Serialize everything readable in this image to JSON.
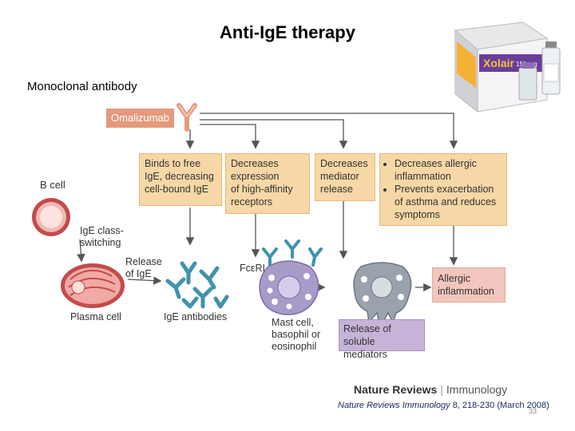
{
  "slide": {
    "title": "Anti-IgE therapy",
    "subtitle": "Monoclonal antibody",
    "slide_number": "33"
  },
  "diagram": {
    "omalizumab_label": "Omalizumab",
    "box_binds": [
      "Binds to free",
      "IgE, decreasing",
      "cell-bound IgE"
    ],
    "box_expression": [
      "Decreases",
      "expression",
      "of high-affinity",
      "receptors"
    ],
    "box_mediator": [
      "Decreases",
      "mediator",
      "release"
    ],
    "box_effects": [
      [
        "Decreases allergic",
        "inflammation"
      ],
      [
        "Prevents exacerbation",
        "of asthma and reduces",
        "symptoms"
      ]
    ],
    "b_cell_label": "B cell",
    "class_switching_label": [
      "IgE class-",
      "switching"
    ],
    "release_ige_label": [
      "Release",
      "of IgE"
    ],
    "plasma_cell_label": "Plasma cell",
    "ige_antibodies_label": "IgE antibodies",
    "fceri_label": "FcεRI",
    "mast_cell_label": [
      "Mast cell,",
      "basophil or",
      "eosinophil"
    ],
    "soluble_label": [
      "Release of soluble",
      "mediators"
    ],
    "allergic_label": [
      "Allergic",
      "inflammation"
    ]
  },
  "product": {
    "brand": "Xolair",
    "dose": "150 mg"
  },
  "credits": {
    "journal_name": "Nature Reviews",
    "journal_section": "Immunology",
    "citation_journal": "Nature Reviews Immunology",
    "citation_details": "8, 218-230 (March 2008)"
  },
  "colors": {
    "box_fill": "#f7d7a6",
    "omalizumab_fill": "#e39a7d",
    "soluble_fill": "#c7b3d8",
    "allergic_fill": "#f3c6bd",
    "antibody": "#3f93ad",
    "mast_cell": "#a89ac9"
  }
}
